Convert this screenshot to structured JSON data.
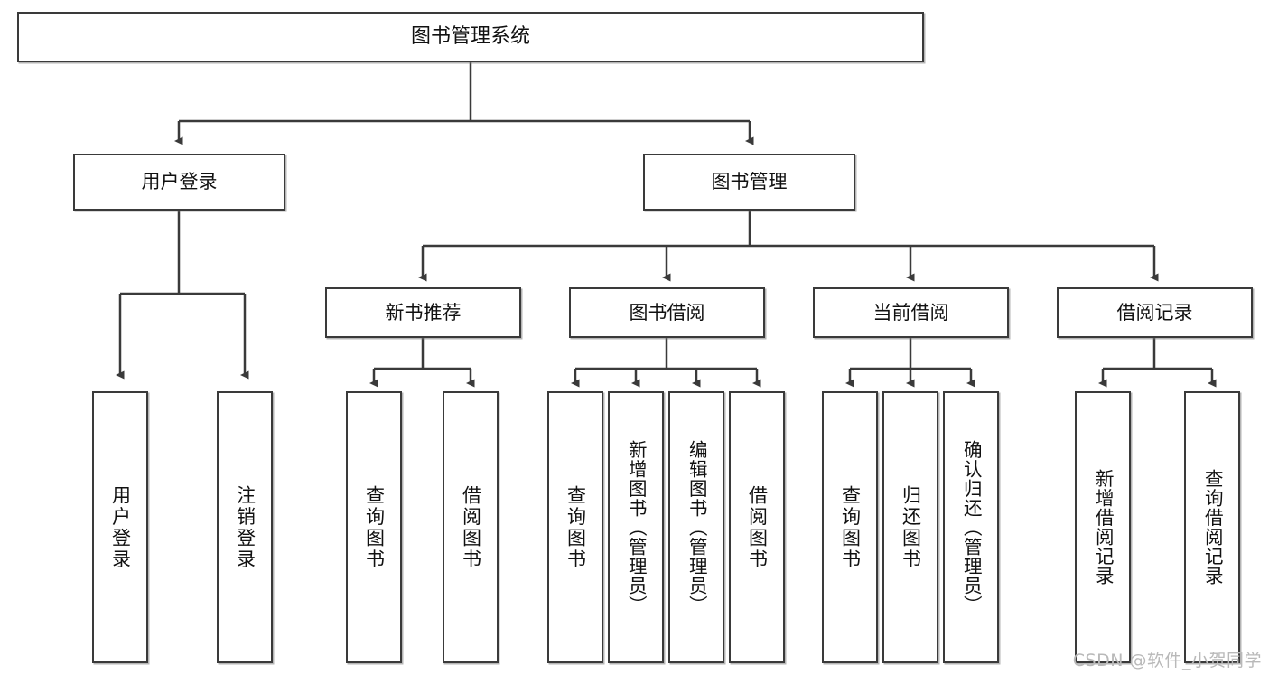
{
  "diagram": {
    "type": "tree",
    "title": "图书管理系统",
    "orientation": "top-down",
    "root": {
      "id": "root",
      "label": "图书管理系统"
    },
    "level2": [
      {
        "id": "user-login",
        "label": "用户登录"
      },
      {
        "id": "book-manage",
        "label": "图书管理"
      }
    ],
    "level3": [
      {
        "id": "new-book-rec",
        "label": "新书推荐",
        "parent": "book-manage"
      },
      {
        "id": "book-borrow",
        "label": "图书借阅",
        "parent": "book-manage"
      },
      {
        "id": "current-borrow",
        "label": "当前借阅",
        "parent": "book-manage"
      },
      {
        "id": "borrow-record",
        "label": "借阅记录",
        "parent": "book-manage"
      }
    ],
    "leaves": [
      {
        "id": "leaf-user-login",
        "label": "用户登录",
        "parent": "user-login"
      },
      {
        "id": "leaf-user-logout",
        "label": "注销登录",
        "parent": "user-login"
      },
      {
        "id": "leaf-query-book-1",
        "label": "查询图书",
        "parent": "new-book-rec"
      },
      {
        "id": "leaf-borrow-book-1",
        "label": "借阅图书",
        "parent": "new-book-rec"
      },
      {
        "id": "leaf-query-book-2",
        "label": "查询图书",
        "parent": "book-borrow"
      },
      {
        "id": "leaf-add-book",
        "label": "新增图书（管理员）",
        "parent": "book-borrow"
      },
      {
        "id": "leaf-edit-book",
        "label": "编辑图书（管理员）",
        "parent": "book-borrow"
      },
      {
        "id": "leaf-borrow-book-2",
        "label": "借阅图书",
        "parent": "book-borrow"
      },
      {
        "id": "leaf-query-book-3",
        "label": "查询图书",
        "parent": "current-borrow"
      },
      {
        "id": "leaf-return-book",
        "label": "归还图书",
        "parent": "current-borrow"
      },
      {
        "id": "leaf-confirm-return",
        "label": "确认归还（管理员）",
        "parent": "current-borrow"
      },
      {
        "id": "leaf-add-record",
        "label": "新增借阅记录",
        "parent": "borrow-record"
      },
      {
        "id": "leaf-query-record",
        "label": "查询借阅记录",
        "parent": "borrow-record"
      }
    ],
    "colors": {
      "box_border": "#3a3a3a",
      "box_fill": "#ffffff",
      "connector": "#3a3a3a",
      "text": "#111111",
      "watermark": "#b9b9b9",
      "background": "#ffffff"
    }
  },
  "watermark": {
    "text": "CSDN @软件_小贺同学"
  }
}
